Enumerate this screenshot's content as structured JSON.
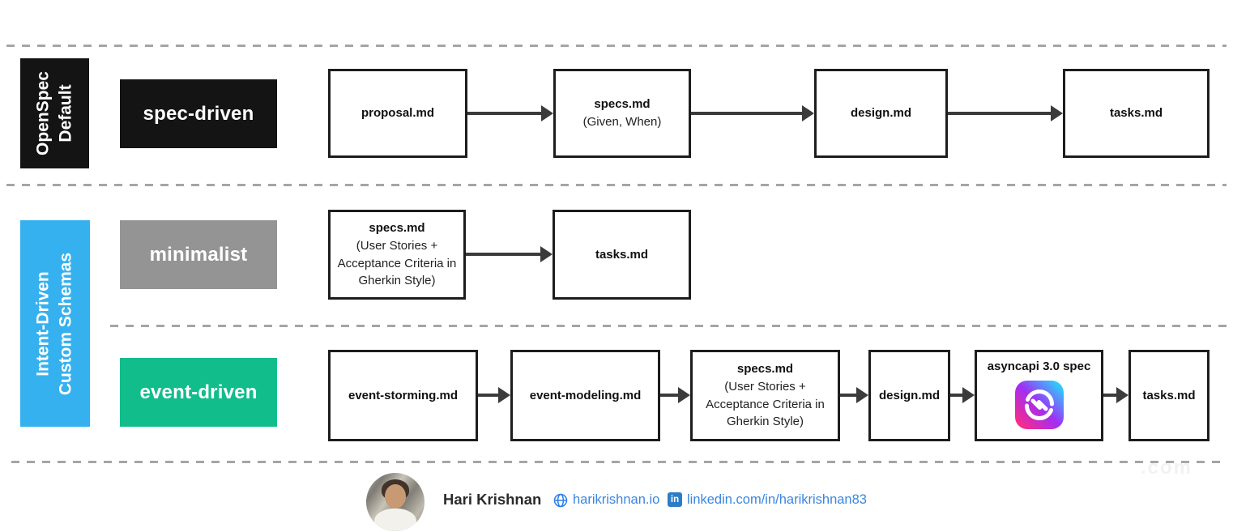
{
  "diagram": {
    "groups": [
      {
        "label_line1": "OpenSpec",
        "label_line2": "Default",
        "color": "#141414"
      },
      {
        "label_line1": "Intent-Driven",
        "label_line2": "Custom Schemas",
        "color": "#36b1f0"
      }
    ],
    "rows": [
      {
        "schema": "spec-driven",
        "schema_color": "#141414",
        "steps": [
          {
            "title": "proposal.md"
          },
          {
            "title": "specs.md",
            "subtitle": "(Given, When)"
          },
          {
            "title": "design.md"
          },
          {
            "title": "tasks.md"
          }
        ]
      },
      {
        "schema": "minimalist",
        "schema_color": "#949494",
        "steps": [
          {
            "title": "specs.md",
            "subtitle": "(User Stories + Acceptance Criteria in Gherkin Style)"
          },
          {
            "title": "tasks.md"
          }
        ]
      },
      {
        "schema": "event-driven",
        "schema_color": "#12bd8c",
        "steps": [
          {
            "title": "event-storming.md"
          },
          {
            "title": "event-modeling.md"
          },
          {
            "title": "specs.md",
            "subtitle": "(User Stories + Acceptance Criteria in Gherkin Style)"
          },
          {
            "title": "design.md"
          },
          {
            "title": "asyncapi 3.0 spec",
            "icon": "asyncapi-logo"
          },
          {
            "title": "tasks.md"
          }
        ]
      }
    ],
    "asyncapi_icon_gradient": [
      "#2bd1fd",
      "#a02ef5",
      "#fb2b87"
    ]
  },
  "footer": {
    "name": "Hari Krishnan",
    "website": "harikrishnan.io",
    "linkedin": "linkedin.com/in/harikrishnan83",
    "linkedin_icon_text": "in",
    "link_color": "#3a86e0"
  },
  "watermark": ".com"
}
